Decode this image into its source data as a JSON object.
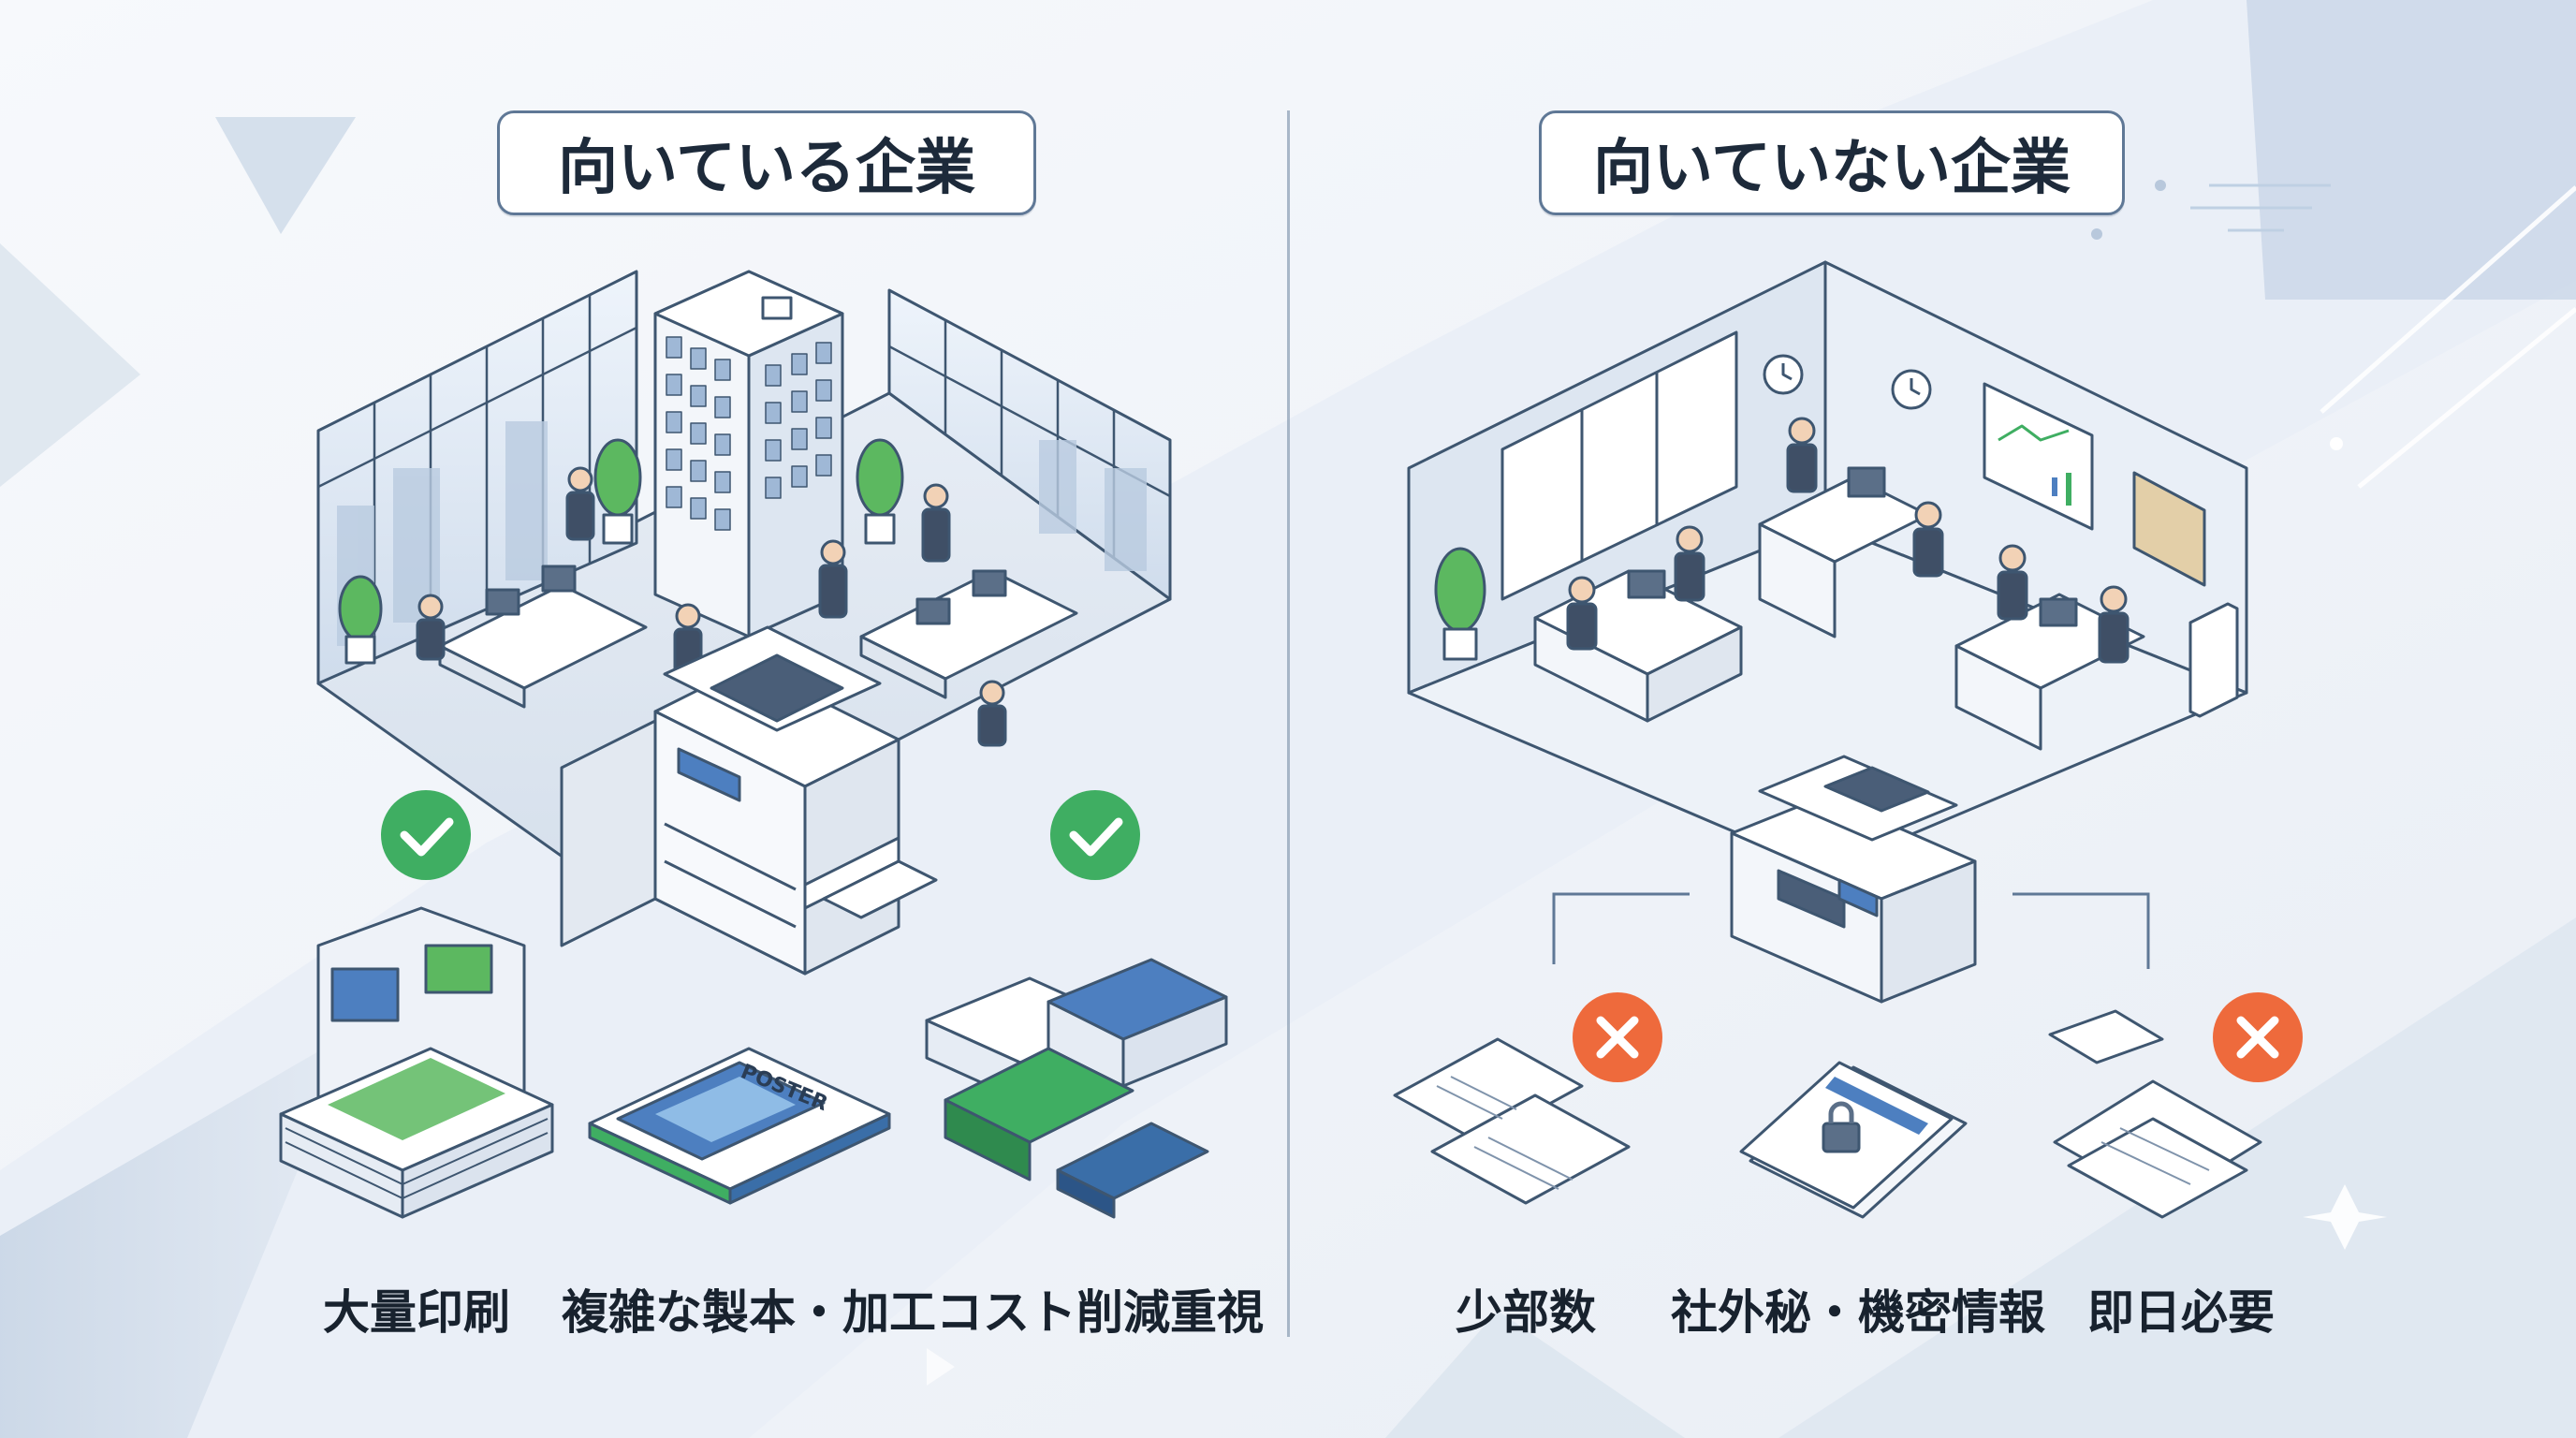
{
  "panels": [
    {
      "title": "向いている企業",
      "verdict": "check",
      "items": [
        {
          "label": "大量印刷",
          "icon": "newspaper-stack-icon"
        },
        {
          "label": "複雑な製本・加工",
          "icon": "poster-booklet-icon"
        },
        {
          "label": "コスト削減重視",
          "icon": "book-stacks-icon"
        }
      ],
      "scene": {
        "poster_text": "POSTER"
      }
    },
    {
      "title": "向いていない企業",
      "verdict": "cross",
      "items": [
        {
          "label": "少部数",
          "icon": "few-sheets-icon"
        },
        {
          "label": "社外秘・機密情報",
          "icon": "locked-document-icon"
        },
        {
          "label": "即日必要",
          "icon": "flying-papers-icon"
        }
      ]
    }
  ],
  "colors": {
    "check": "#3fae62",
    "cross": "#ee6a3c",
    "accent_blue": "#4d7fc0",
    "accent_green": "#5cb860",
    "line": "#3e5670",
    "background": "#f4f6fa"
  }
}
